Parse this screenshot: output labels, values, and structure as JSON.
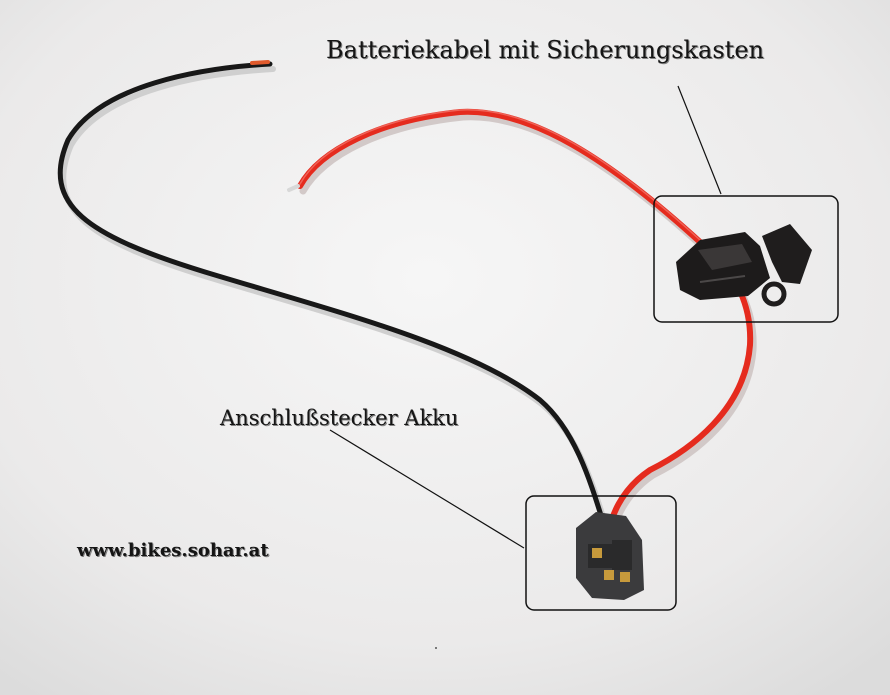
{
  "labels": {
    "fuse_box": "Batteriekabel mit Sicherungskasten",
    "connector": "Anschlußstecker Akku",
    "website": "www.bikes.sohar.at"
  },
  "colors": {
    "background": "#ecebea",
    "red_wire": "#e52b1e",
    "black_wire": "#181818",
    "fuse_housing": "#1d1b1b",
    "plug_housing": "#3b3b3d",
    "callout": "#111111"
  }
}
